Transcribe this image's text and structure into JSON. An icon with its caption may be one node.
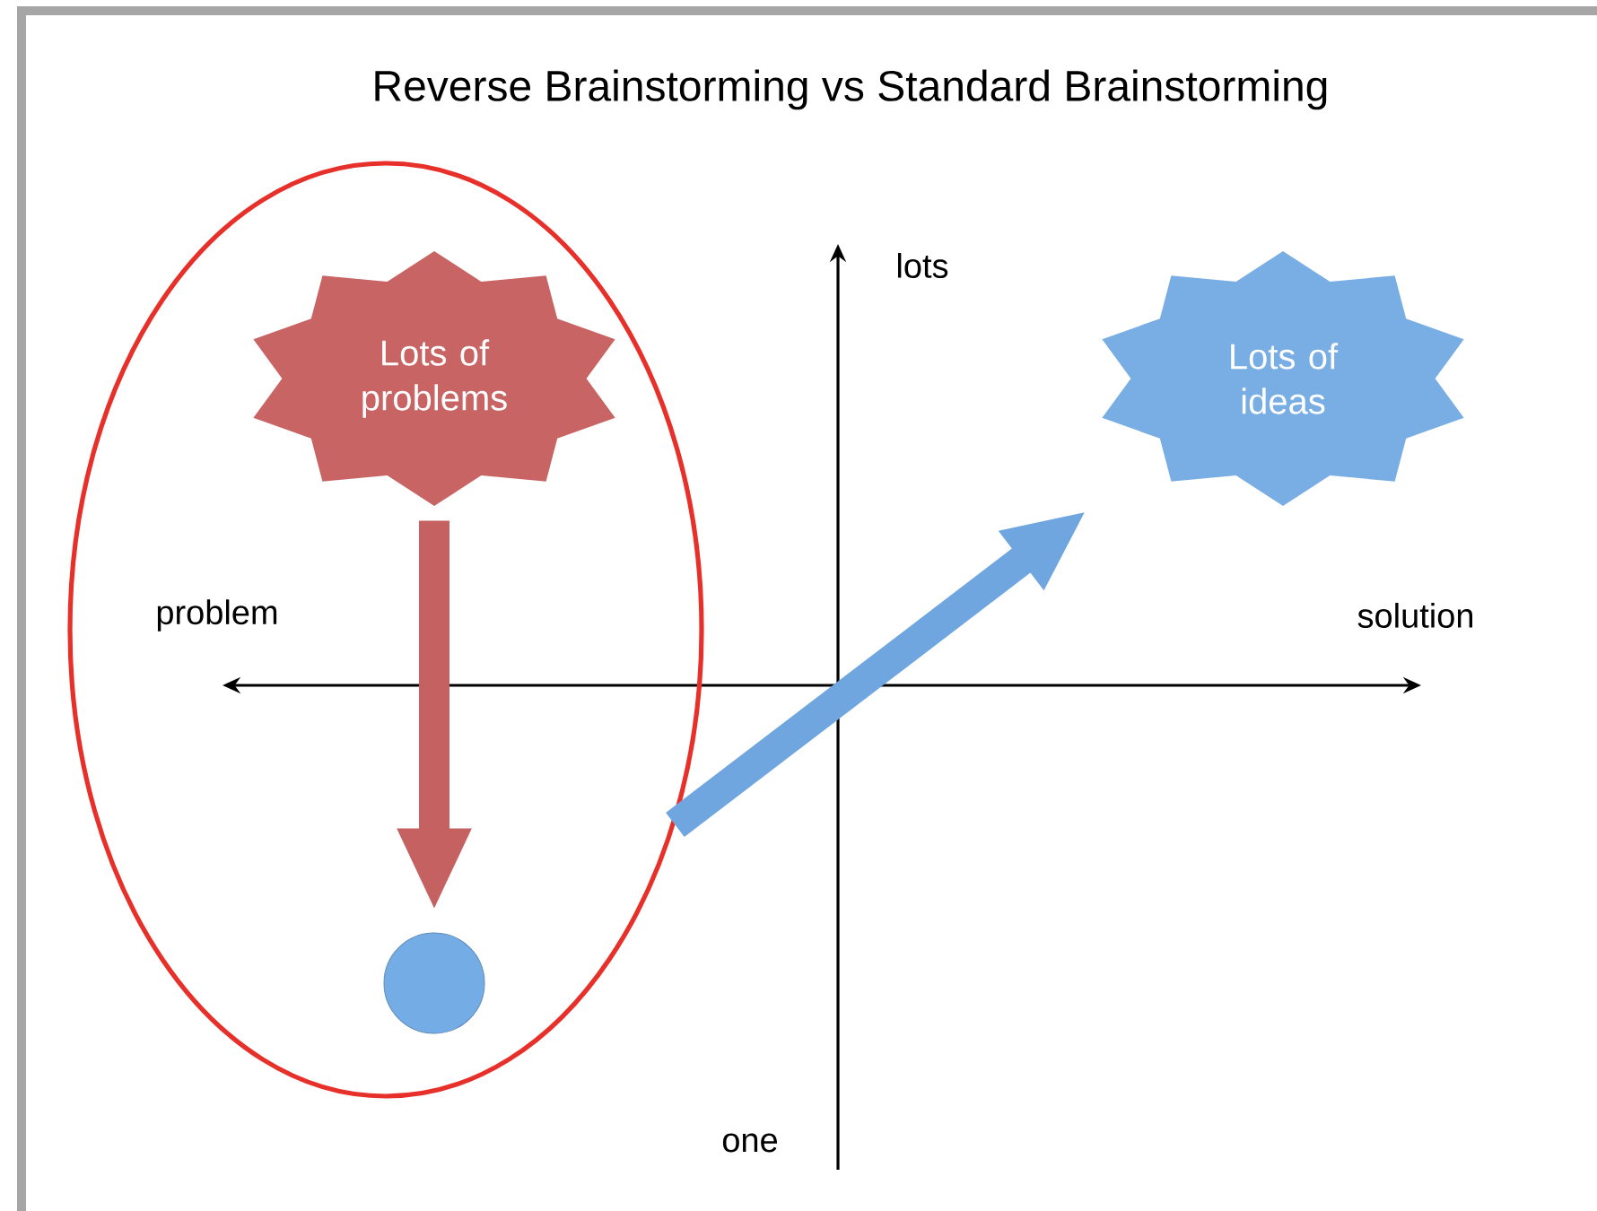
{
  "diagram": {
    "title": "Reverse Brainstorming vs Standard Brainstorming",
    "nodes": [
      {
        "text": [],
        "shape": "loop"
      },
      {
        "text": [
          "Lots of problems"
        ],
        "in": 0
      },
      {
        "text": [],
        "shape": "circle",
        "in": 0
      },
      {
        "text": [
          "Lots of ideas"
        ]
      }
    ],
    "edges": [
      {
        "from": 1,
        "to": 2,
        "arrow": "to",
        "color": "#c56160"
      },
      {
        "from": 0,
        "to": 3,
        "arrow": "to",
        "color": "#6fa6df"
      }
    ],
    "labels": [
      "lots",
      "problem",
      "solution",
      "one"
    ]
  }
}
